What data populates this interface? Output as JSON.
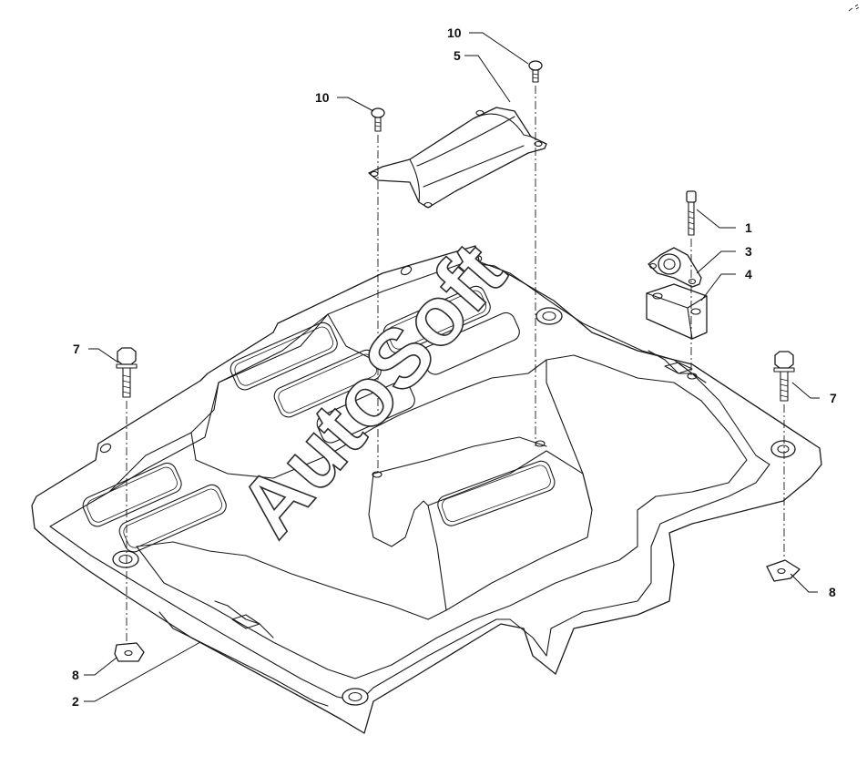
{
  "watermark": "AutoSoft",
  "callouts": [
    {
      "id": "c1",
      "label": "1"
    },
    {
      "id": "c3",
      "label": "3"
    },
    {
      "id": "c4",
      "label": "4"
    },
    {
      "id": "c5",
      "label": "5"
    },
    {
      "id": "c7a",
      "label": "7"
    },
    {
      "id": "c7b",
      "label": "7"
    },
    {
      "id": "c8a",
      "label": "8"
    },
    {
      "id": "c8b",
      "label": "8"
    },
    {
      "id": "c2",
      "label": "2"
    },
    {
      "id": "c10a",
      "label": "10"
    },
    {
      "id": "c10b",
      "label": "10"
    }
  ]
}
